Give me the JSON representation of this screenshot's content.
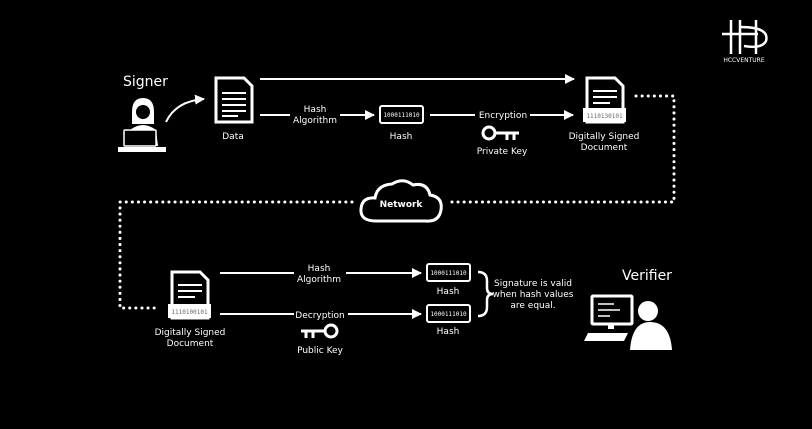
{
  "logo": {
    "caption": "HCCVENTURE"
  },
  "signer": {
    "title": "Signer",
    "data_label": "Data",
    "hash_algorithm_label": [
      "Hash",
      "Algorithm"
    ],
    "hash_value": "1000111010",
    "hash_label": "Hash",
    "encryption_label": "Encryption",
    "private_key_label": "Private Key",
    "signed_doc_code": "1110130101",
    "signed_doc_label": [
      "Digitally Signed",
      "Document"
    ]
  },
  "network": {
    "label": "Network"
  },
  "verifier": {
    "title": "Verifier",
    "signed_doc_code": "1110100101",
    "signed_doc_label": [
      "Digitally Signed",
      "Document"
    ],
    "hash_algorithm_label": [
      "Hash",
      "Algorithm"
    ],
    "hash_value_top": "1000111010",
    "hash_label_top": "Hash",
    "decryption_label": "Decryption",
    "public_key_label": "Public Key",
    "hash_value_bottom": "1000111010",
    "hash_label_bottom": "Hash",
    "result_text": [
      "Signature is valid",
      "when hash values",
      "are equal."
    ]
  },
  "colors": {
    "background": "#000000",
    "foreground": "#ffffff"
  },
  "icons": [
    "person-at-laptop-icon",
    "document-icon",
    "binary-box-icon",
    "key-icon",
    "cloud-icon",
    "signed-document-icon",
    "person-at-computer-icon",
    "curly-brace-icon"
  ]
}
